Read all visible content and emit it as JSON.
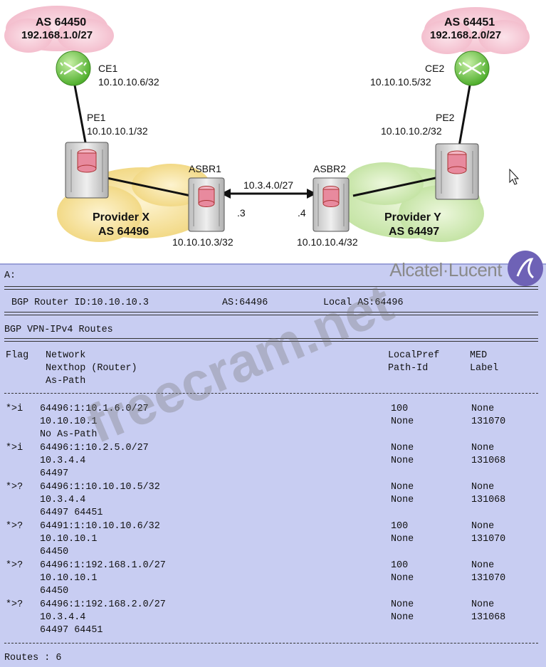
{
  "diagram": {
    "as_left": {
      "name": "AS 64450",
      "prefix": "192.168.1.0/27"
    },
    "as_right": {
      "name": "AS 64451",
      "prefix": "192.168.2.0/27"
    },
    "ce1": {
      "name": "CE1",
      "ip": "10.10.10.6/32"
    },
    "ce2": {
      "name": "CE2",
      "ip": "10.10.10.5/32"
    },
    "pe1": {
      "name": "PE1",
      "ip": "10.10.10.1/32"
    },
    "pe2": {
      "name": "PE2",
      "ip": "10.10.10.2/32"
    },
    "asbr1": {
      "name": "ASBR1",
      "ip": "10.10.10.3/32",
      "if": ".3"
    },
    "asbr2": {
      "name": "ASBR2",
      "ip": "10.10.10.4/32",
      "if": ".4"
    },
    "link_subnet": "10.3.4.0/27",
    "provider_x": {
      "name": "Provider X",
      "as": "AS 64496"
    },
    "provider_y": {
      "name": "Provider Y",
      "as": "AS 64497"
    },
    "colors": {
      "cloud_pink": "#f4c4d2",
      "cloud_yellow": "#f2dc8a",
      "cloud_green": "#c8e6a4",
      "router_green": "#7fcf4e",
      "router_body": "#d9d9d9",
      "cylinder": "#e88a9e"
    }
  },
  "logo": {
    "text": "Alcatel·Lucent"
  },
  "watermark": "freecram.net",
  "console": {
    "prompt": "A:",
    "header": {
      "router_id": "BGP Router ID:10.10.10.3",
      "as": "AS:64496",
      "local_as": "Local AS:64496"
    },
    "section_title": "BGP VPN-IPv4 Routes",
    "columns": {
      "flag": "Flag",
      "network": "Network",
      "nexthop": "Nexthop (Router)",
      "aspath": "As-Path",
      "localpref": "LocalPref",
      "pathid": "Path-Id",
      "med": "MED",
      "label": "Label"
    },
    "routes": [
      {
        "flag": "*>i",
        "network": "64496:1:10.1.6.0/27",
        "nexthop": "10.10.10.1",
        "aspath": "No As-Path",
        "localpref": "100",
        "pathid": "None",
        "med": "None",
        "label": "131070"
      },
      {
        "flag": "*>i",
        "network": "64496:1:10.2.5.0/27",
        "nexthop": "10.3.4.4",
        "aspath": "64497",
        "localpref": "None",
        "pathid": "None",
        "med": "None",
        "label": "131068"
      },
      {
        "flag": "*>?",
        "network": "64496:1:10.10.10.5/32",
        "nexthop": "10.3.4.4",
        "aspath": "64497 64451",
        "localpref": "None",
        "pathid": "None",
        "med": "None",
        "label": "131068"
      },
      {
        "flag": "*>?",
        "network": "64491:1:10.10.10.6/32",
        "nexthop": "10.10.10.1",
        "aspath": "64450",
        "localpref": "100",
        "pathid": "None",
        "med": "None",
        "label": "131070"
      },
      {
        "flag": "*>?",
        "network": "64496:1:192.168.1.0/27",
        "nexthop": "10.10.10.1",
        "aspath": "64450",
        "localpref": "100",
        "pathid": "None",
        "med": "None",
        "label": "131070"
      },
      {
        "flag": "*>?",
        "network": "64496:1:192.168.2.0/27",
        "nexthop": "10.3.4.4",
        "aspath": "64497 64451",
        "localpref": "None",
        "pathid": "None",
        "med": "None",
        "label": "131068"
      }
    ],
    "footer": "Routes : 6"
  }
}
